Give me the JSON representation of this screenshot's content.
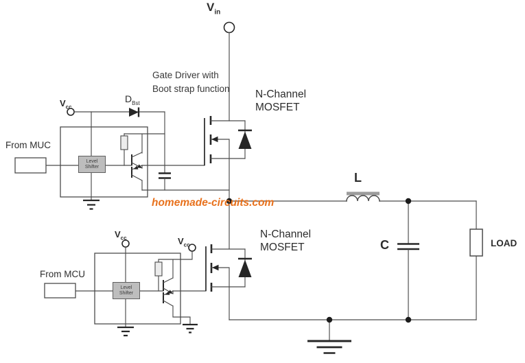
{
  "colors": {
    "wire": "#4a4a4a",
    "dark": "#262626",
    "accent": "#e8711c",
    "core": "#9c9c9c",
    "text": "#2d2d2d"
  },
  "terminals": {
    "vin": {
      "base": "V",
      "sub": "in"
    },
    "vcc_high": {
      "base": "V",
      "sub": "cc"
    },
    "vcc_low_top": {
      "base": "V",
      "sub": "cc"
    },
    "vcc_low_right": {
      "base": "V",
      "sub": "cc"
    },
    "bootstrap_diode": {
      "base": "D",
      "sub": "Bst"
    }
  },
  "annotations": {
    "gate_driver_note": {
      "line1": "Gate Driver with",
      "line2": "Boot strap function"
    },
    "mosfet_high": {
      "line1": "N-Channel",
      "line2": "MOSFET"
    },
    "mosfet_low": {
      "line1": "N-Channel",
      "line2": "MOSFET"
    },
    "input_high": "From MUC",
    "input_low": "From MCU",
    "watermark": "homemade-circuits.com"
  },
  "components": {
    "level_shifter_high": {
      "line1": "Level",
      "line2": "Shifter"
    },
    "level_shifter_low": {
      "line1": "Level",
      "line2": "Shifter"
    },
    "inductor_label": "L",
    "capacitor_label": "C",
    "load_label": "LOAD"
  }
}
